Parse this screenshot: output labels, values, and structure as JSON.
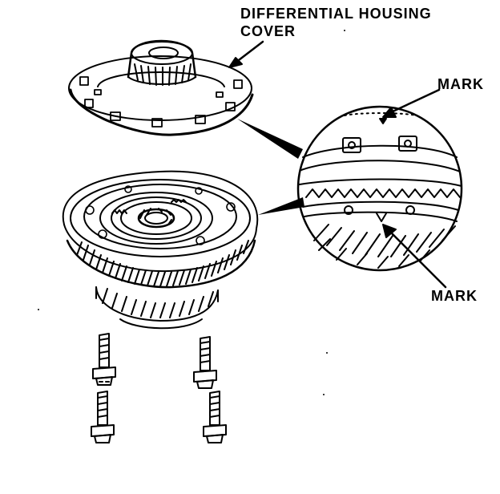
{
  "labels": {
    "housing_cover_line1": "DIFFERENTIAL HOUSING",
    "housing_cover_line2": "COVER",
    "mark_top": "MARK",
    "mark_bottom": "MARK"
  }
}
